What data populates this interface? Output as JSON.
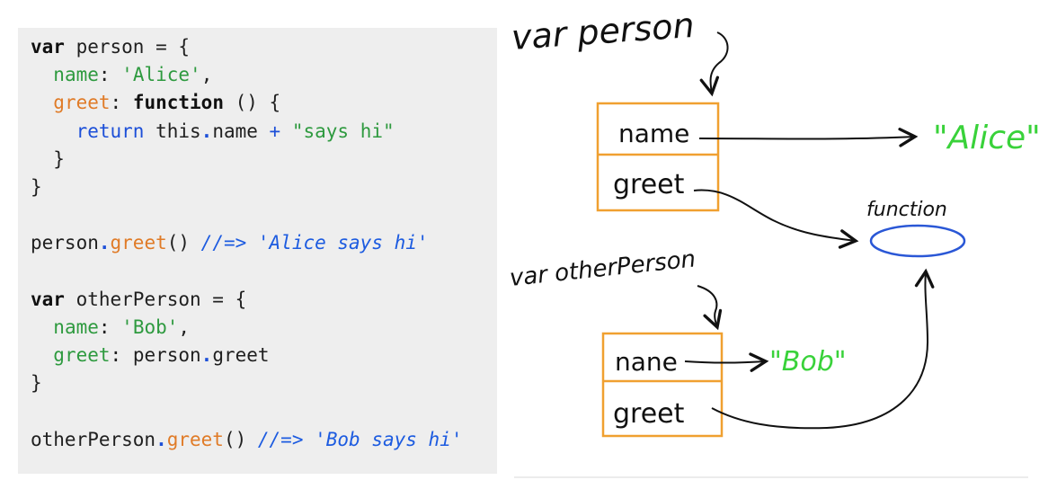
{
  "code": {
    "line1": {
      "kw": "var",
      "rest": " person = {"
    },
    "line2": {
      "key": "name",
      "colon": ": ",
      "val": "'Alice'",
      "tail": ","
    },
    "line3": {
      "key": "greet",
      "colon": ": ",
      "kw": "function",
      "tail": " () {"
    },
    "line4": {
      "ret": "return",
      "mid1": " this",
      "dot": ".",
      "mid2": "name ",
      "plus": "+",
      "sp": " ",
      "dstr": "\"says hi\""
    },
    "line5": {
      "text": "  }"
    },
    "line6": {
      "text": "}"
    },
    "line8": {
      "obj": "person",
      "dot": ".",
      "method": "greet",
      "call": "() ",
      "cmt": "//=> 'Alice says hi'"
    },
    "line10": {
      "kw": "var",
      "rest": " otherPerson = {"
    },
    "line11": {
      "key": "name",
      "colon": ": ",
      "val": "'Bob'",
      "tail": ","
    },
    "line12": {
      "key": "greet",
      "colon": ": ",
      "obj": "person",
      "dot": ".",
      "tail": "greet"
    },
    "line13": {
      "text": "}"
    },
    "line15": {
      "obj": "otherPerson",
      "dot": ".",
      "method": "greet",
      "call": "() ",
      "cmt": "//=> 'Bob says hi'"
    }
  },
  "diagram": {
    "var_person": "var person",
    "person_name": "name",
    "person_greet": "greet",
    "alice_value": "\"Alice\"",
    "function_label": "function",
    "var_other_person": "var otherPerson",
    "other_name": "nane",
    "other_greet": "greet",
    "bob_value": "\"Bob\""
  },
  "colors": {
    "code_bg": "#eeeeee",
    "keyword": "#111111",
    "property": "#2e9a3f",
    "method": "#e07b27",
    "comment": "#1c5be0",
    "box_orange": "#f0a030",
    "value_green": "#39d23a",
    "function_blue": "#2a57d6",
    "ink": "#111111"
  }
}
